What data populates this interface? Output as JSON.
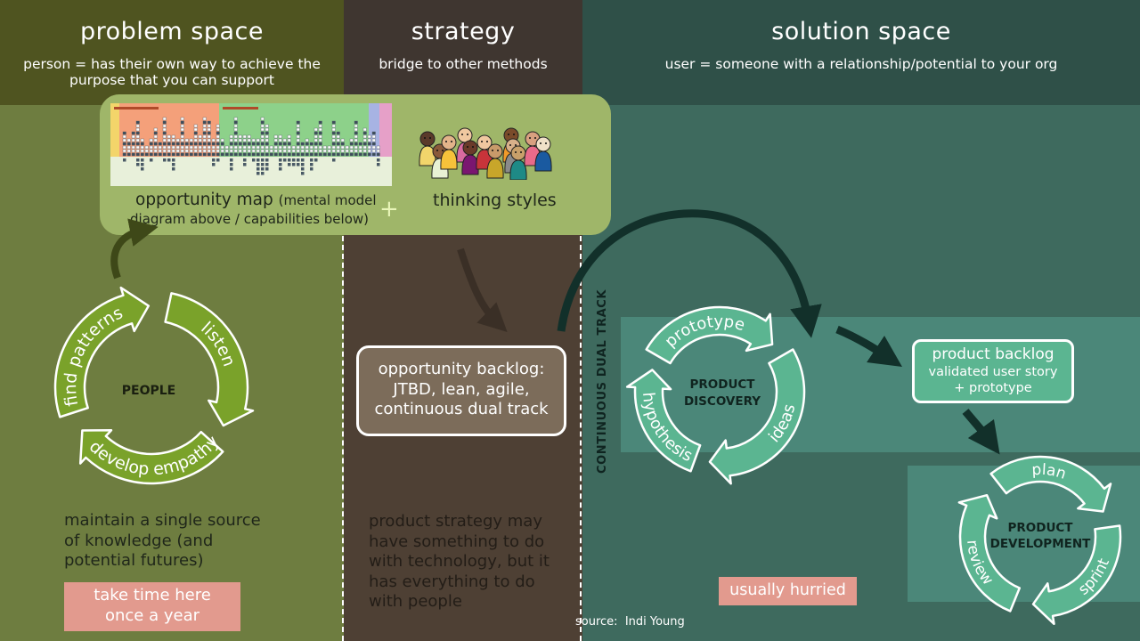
{
  "columns": {
    "problem": {
      "title": "problem space",
      "subtitle": "person = has their own way to achieve the purpose that you can support"
    },
    "strategy": {
      "title": "strategy",
      "subtitle": "bridge to other methods"
    },
    "solution": {
      "title": "solution space",
      "subtitle": "user =  someone with a relationship/potential to your org"
    }
  },
  "opportunity_box": {
    "map_label": "opportunity map",
    "map_detail_line1": "(mental model",
    "map_detail_line2": "diagram above / capabilities below)",
    "plus": "+",
    "thinking_styles": "thinking styles"
  },
  "people_cycle": {
    "center": "PEOPLE",
    "arrows": [
      "listen",
      "develop empathy",
      "find patterns"
    ]
  },
  "problem_notes": {
    "knowledge": [
      "maintain a single source",
      "of knowledge (and",
      "potential futures)"
    ],
    "badge": [
      "take time here",
      "once a year"
    ]
  },
  "strategy_notes": {
    "backlog": [
      "opportunity backlog:",
      "JTBD, lean, agile,",
      "continuous dual track"
    ],
    "text": [
      "product strategy may",
      "have something to do",
      "with technology, but it",
      "has everything to do",
      "with people"
    ]
  },
  "discovery_cycle": {
    "center": [
      "PRODUCT",
      "DISCOVERY"
    ],
    "arrows": [
      "prototype",
      "ideas",
      "hypothesis"
    ]
  },
  "dual_track_label": "CONTINUOUS DUAL TRACK",
  "product_backlog": [
    "product backlog",
    "validated user story",
    "+ prototype"
  ],
  "development_cycle": {
    "center": [
      "PRODUCT",
      "DEVELOPMENT"
    ],
    "arrows": [
      "plan",
      "sprint",
      "review"
    ]
  },
  "hurried_badge": "usually hurried",
  "source": "source:  Indi Young",
  "colors": {
    "problem_bg": "#6e7d40",
    "problem_head": "#4f5420",
    "strategy_bg": "#4e4034",
    "strategy_head": "#3f3630",
    "solution_bg": "#3e6a5e",
    "solution_head": "#2f5048",
    "people_arrow": "#7aa22a",
    "cycle_arrow": "#5bb591",
    "badge_pink": "#e29a8e"
  }
}
